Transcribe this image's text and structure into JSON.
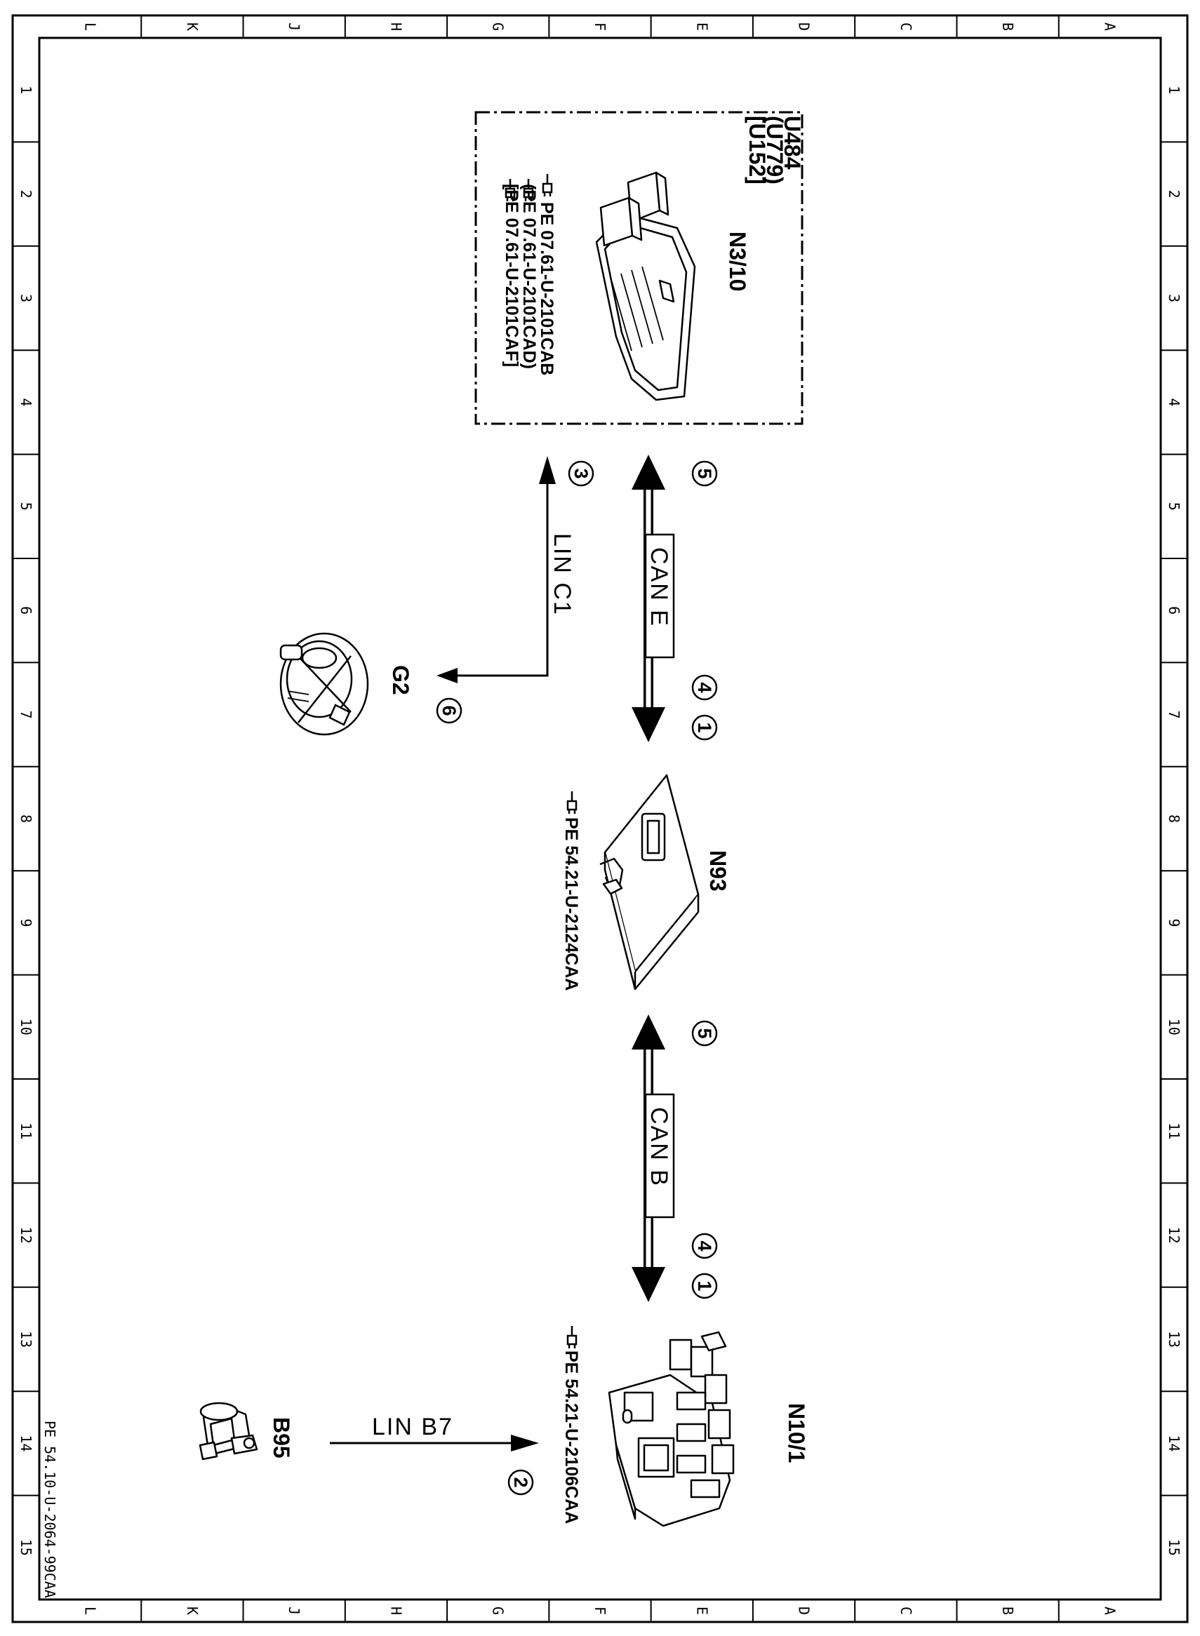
{
  "sheet": {
    "doc_number": "PE 54.10-U-2064-99CAA",
    "col_letters": [
      "L",
      "K",
      "J",
      "H",
      "G",
      "F",
      "E",
      "D",
      "C",
      "B",
      "A"
    ],
    "row_numbers": [
      "1",
      "2",
      "3",
      "4",
      "5",
      "6",
      "7",
      "8",
      "9",
      "10",
      "11",
      "12",
      "13",
      "14",
      "15"
    ]
  },
  "components": {
    "n3_10": {
      "label": "N3/10",
      "variants": [
        "U484",
        "(U779)",
        "[U152]"
      ],
      "refs": [
        "PE 07.61-U-2101CAB",
        "(PE 07.61-U-2101CAD)",
        "[PE 07.61-U-2101CAF]"
      ]
    },
    "n93": {
      "label": "N93",
      "ref": "PE 54.21-U-2124CAA"
    },
    "n10_1": {
      "label": "N10/1",
      "ref": "PE 54.21-U-2106CAA"
    },
    "g2": {
      "label": "G2"
    },
    "b95": {
      "label": "B95"
    }
  },
  "buses": {
    "can_e": {
      "label": "CAN E",
      "end_top": "5",
      "end_bottom_a": "4",
      "end_bottom_b": "1"
    },
    "can_b": {
      "label": "CAN B",
      "end_top": "5",
      "end_bottom_a": "4",
      "end_bottom_b": "1"
    },
    "lin_c1": {
      "label": "LIN C1",
      "end_a": "3",
      "end_b": "6"
    },
    "lin_b7": {
      "label": "LIN B7",
      "end": "2"
    }
  }
}
